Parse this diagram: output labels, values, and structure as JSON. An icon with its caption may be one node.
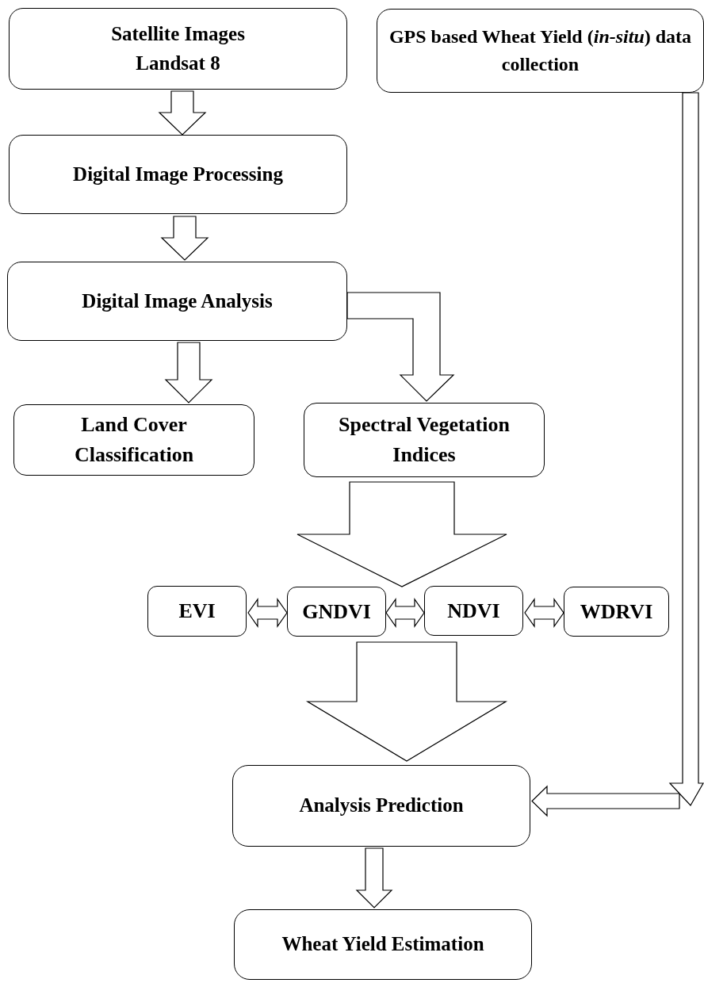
{
  "diagram": {
    "nodes": [
      {
        "text": [
          "Satellite Images",
          "Landsat 8"
        ]
      },
      {
        "text": [
          "GPS based Wheat Yield (*in-situ*) data collection"
        ]
      },
      {
        "text": [
          "Digital Image Processing"
        ]
      },
      {
        "text": [
          "Digital Image Analysis"
        ]
      },
      {
        "text": [
          "Land Cover Classification"
        ]
      },
      {
        "text": [
          "Spectral Vegetation Indices"
        ]
      },
      {
        "text": [
          "EVI"
        ]
      },
      {
        "text": [
          "GNDVI"
        ]
      },
      {
        "text": [
          "NDVI"
        ]
      },
      {
        "text": [
          "WDRVI"
        ]
      },
      {
        "text": [
          "Analysis Prediction"
        ]
      },
      {
        "text": [
          "Wheat Yield Estimation"
        ]
      }
    ],
    "edges": [
      {
        "from": 0,
        "to": 2,
        "arrow": "to"
      },
      {
        "from": 2,
        "to": 3,
        "arrow": "to"
      },
      {
        "from": 3,
        "to": 4,
        "arrow": "to"
      },
      {
        "from": 3,
        "to": 5,
        "arrow": "to"
      },
      {
        "from": 5,
        "to": 7,
        "arrow": "to"
      },
      {
        "from": 7,
        "to": 10,
        "arrow": "to"
      },
      {
        "from": 8,
        "to": 10,
        "arrow": "to"
      },
      {
        "from": 6,
        "to": 7,
        "arrow": "both"
      },
      {
        "from": 7,
        "to": 8,
        "arrow": "both"
      },
      {
        "from": 8,
        "to": 9,
        "arrow": "both"
      },
      {
        "from": 1,
        "to": 10,
        "arrow": "to"
      },
      {
        "from": 10,
        "to": 11,
        "arrow": "to"
      }
    ]
  }
}
